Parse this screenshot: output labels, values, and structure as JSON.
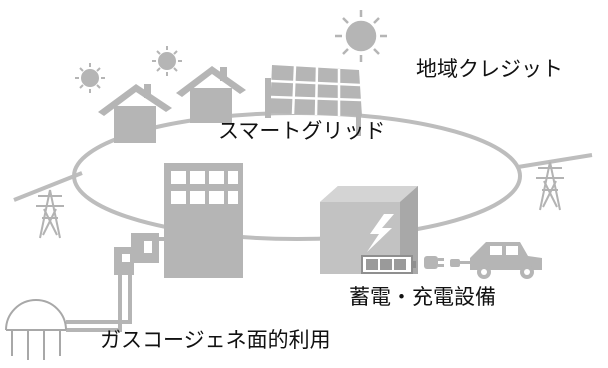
{
  "labels": {
    "regional_credit": "地域クレジット",
    "smart_grid": "スマートグリッド",
    "storage_charging": "蓄電・充電設備",
    "cogeneration": "ガスコージェネ面的利用"
  },
  "icons": {
    "sun": "sun-icon",
    "house": "house-icon",
    "solar_panel": "solar-panel-icon",
    "transmission_tower": "transmission-tower-icon",
    "building": "building-icon",
    "battery_cabinet": "battery-cabinet-icon",
    "battery": "battery-icon",
    "plug": "plug-icon",
    "car": "car-icon",
    "gas_tank": "gas-tank-icon",
    "cogeneration_unit": "cogeneration-unit-icon",
    "lightning": "lightning-icon"
  },
  "colors": {
    "shape_gray": "#b5b5b5",
    "line_gray": "#bdbdbd",
    "text": "#111111",
    "background": "#ffffff"
  }
}
